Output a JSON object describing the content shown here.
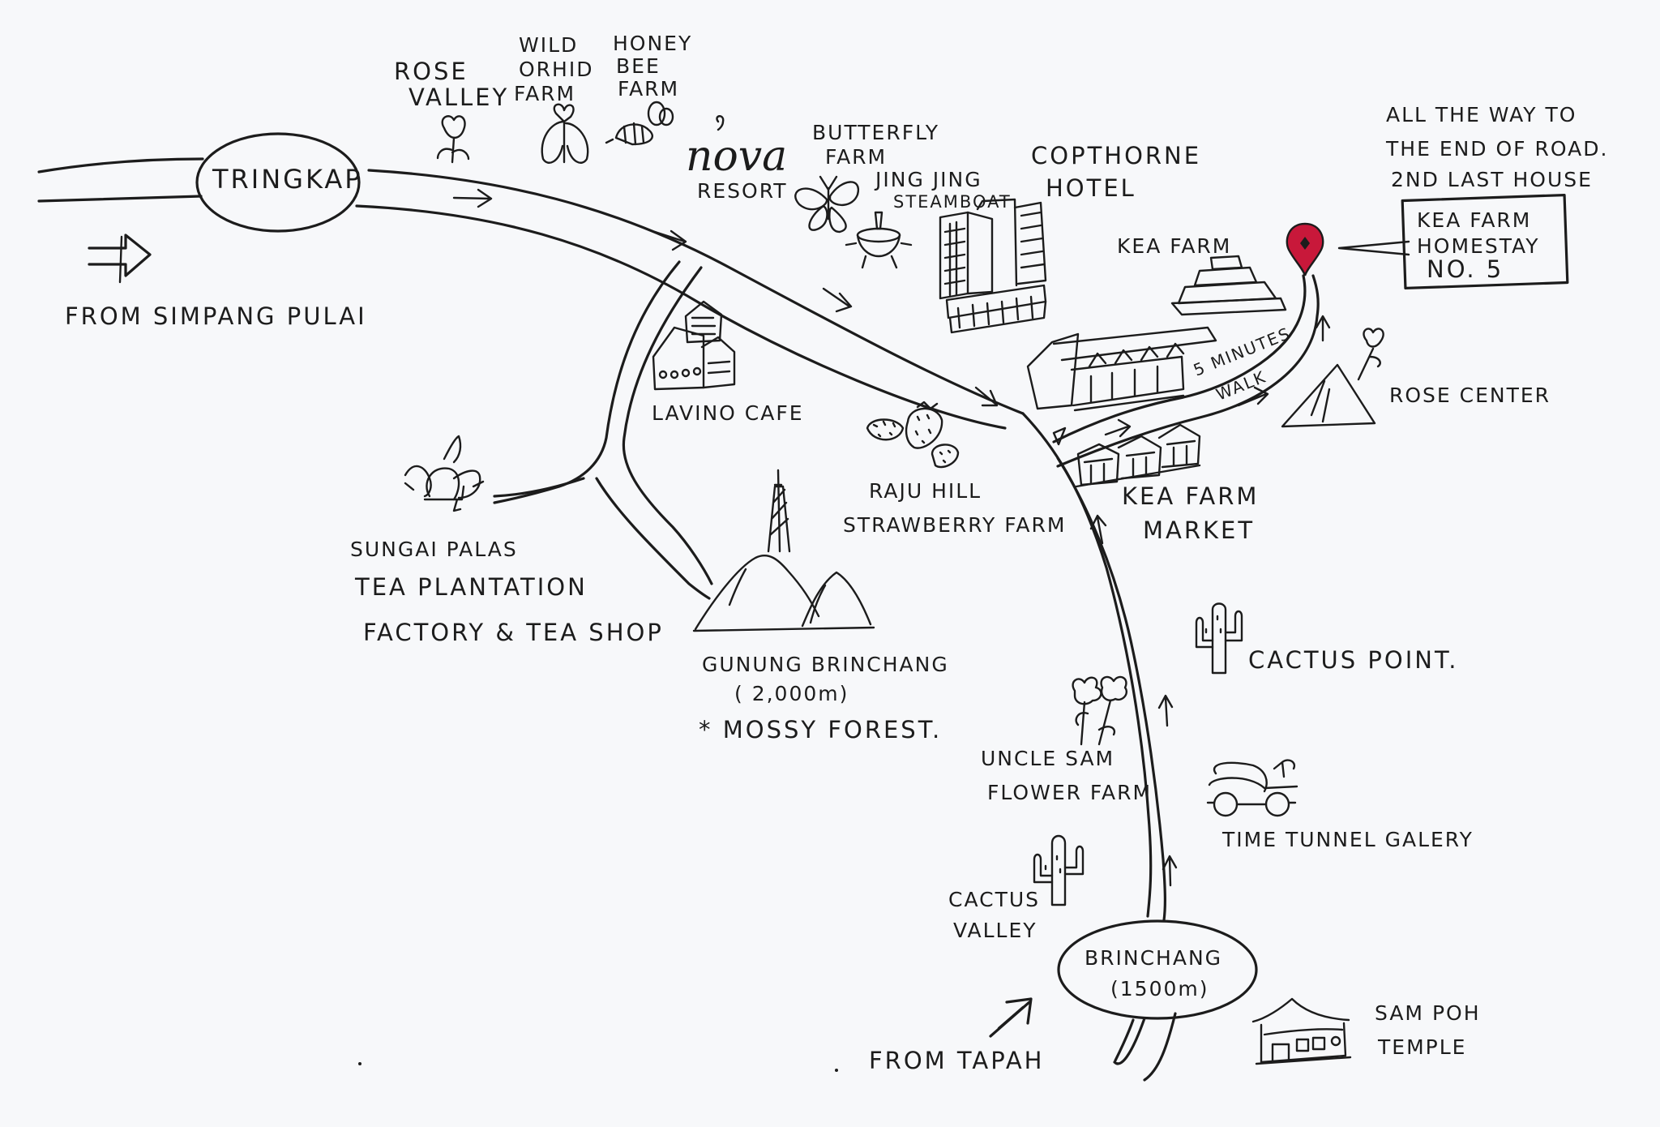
{
  "places": {
    "tringkap": "TRINGKAP",
    "from_simpang_pulai": "FROM SIMPANG PULAI",
    "rose_valley": [
      "ROSE",
      "VALLEY"
    ],
    "wild_orchid_farm": [
      "WILD",
      "ORHID",
      "FARM"
    ],
    "honey_bee_farm": [
      "HONEY",
      "BEE",
      "FARM"
    ],
    "nova_resort": [
      "nova",
      "RESORT"
    ],
    "butterfly_farm": [
      "BUTTERFLY",
      "FARM"
    ],
    "jing_jing_steamboat": [
      "JING JING",
      "STEAMBOAT"
    ],
    "copthorne_hotel": [
      "COPTHORNE",
      "HOTEL"
    ],
    "homestay_directions": [
      "ALL THE WAY TO",
      "THE END OF ROAD.",
      "2ND LAST HOUSE"
    ],
    "homestay_box": [
      "KEA FARM",
      "HOMESTAY",
      "NO. 5"
    ],
    "kea_farm": "KEA FARM",
    "walk_note": [
      "5 MINUTES",
      "WALK"
    ],
    "rose_center": "ROSE CENTER",
    "lavino_cafe": "LAVINO CAFE",
    "sungai_palas": [
      "SUNGAI PALAS",
      "TEA PLANTATION",
      "FACTORY & TEA SHOP"
    ],
    "raju_hill": [
      "RAJU HILL",
      "STRAWBERRY FARM"
    ],
    "kea_farm_market": [
      "KEA FARM",
      "MARKET"
    ],
    "gunung_brinchang": [
      "GUNUNG BRINCHANG",
      "( 2,000m)",
      "* MOSSY FOREST."
    ],
    "cactus_point": "CACTUS POINT.",
    "uncle_sam": [
      "UNCLE SAM",
      "FLOWER FARM"
    ],
    "time_tunnel": "TIME TUNNEL GALERY",
    "cactus_valley": [
      "CACTUS",
      "VALLEY"
    ],
    "brinchang": [
      "BRINCHANG",
      "(1500m)"
    ],
    "sam_poh_temple": [
      "SAM POH",
      "TEMPLE"
    ],
    "from_tapah": "FROM TAPAH"
  },
  "colors": {
    "ink": "#1c1c1c",
    "paper": "#f7f8fa",
    "pin": "#c8183a"
  },
  "icons": {
    "homestay_marker": "map-pin-icon"
  }
}
